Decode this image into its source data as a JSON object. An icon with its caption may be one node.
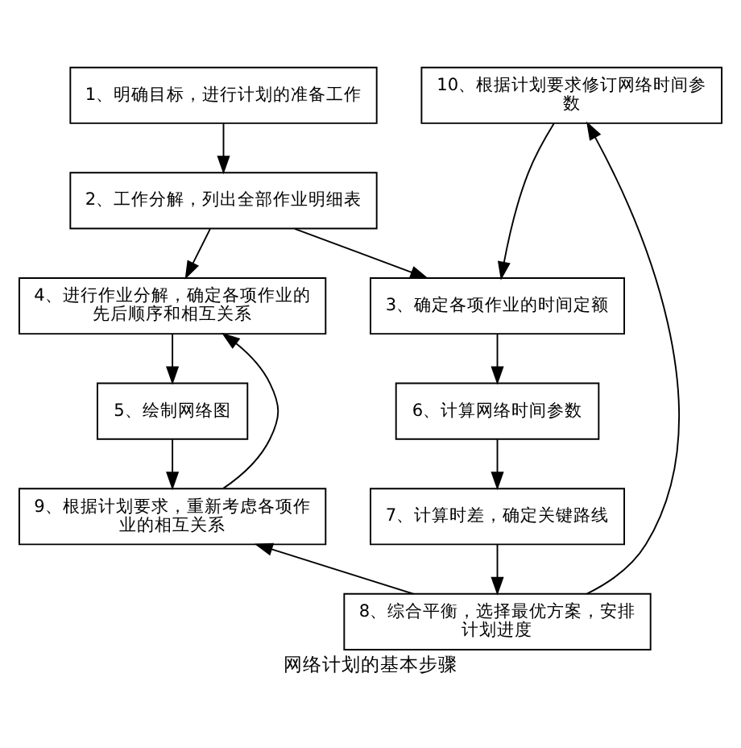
{
  "diagram": {
    "caption": "网络计划的基本步骤",
    "nodes": [
      {
        "text": [
          "1、明确目标，进行计划的准备工作"
        ]
      },
      {
        "text": [
          "2、工作分解，列出全部作业明细表"
        ]
      },
      {
        "text": [
          "4、进行作业分解，确定各项作业的先后顺序和相互关系"
        ]
      },
      {
        "text": [
          "3、确定各项作业的时间定额"
        ]
      },
      {
        "text": [
          "5、绘制网络图"
        ]
      },
      {
        "text": [
          "6、计算网络时间参数"
        ]
      },
      {
        "text": [
          "9、根据计划要求，重新考虑各项作业的相互关系"
        ]
      },
      {
        "text": [
          "7、计算时差，确定关键路线"
        ]
      },
      {
        "text": [
          "10、根据计划要求修订网络时间参数"
        ]
      },
      {
        "text": [
          "8、综合平衡，选择最优方案，安排计划进度"
        ]
      }
    ],
    "edges": [
      {
        "from": 0,
        "to": 1,
        "arrow": "to"
      },
      {
        "from": 1,
        "to": 2,
        "arrow": "to"
      },
      {
        "from": 1,
        "to": 3,
        "arrow": "to"
      },
      {
        "from": 2,
        "to": 4,
        "arrow": "to"
      },
      {
        "from": 3,
        "to": 5,
        "arrow": "to"
      },
      {
        "from": 4,
        "to": 6,
        "arrow": "to"
      },
      {
        "from": 5,
        "to": 7,
        "arrow": "to"
      },
      {
        "from": 6,
        "to": 2,
        "arrow": "to"
      },
      {
        "from": 7,
        "to": 9,
        "arrow": "to"
      },
      {
        "from": 9,
        "to": 6,
        "arrow": "to"
      },
      {
        "from": 9,
        "to": 8,
        "arrow": "to"
      },
      {
        "from": 8,
        "to": 3,
        "arrow": "to"
      }
    ]
  }
}
